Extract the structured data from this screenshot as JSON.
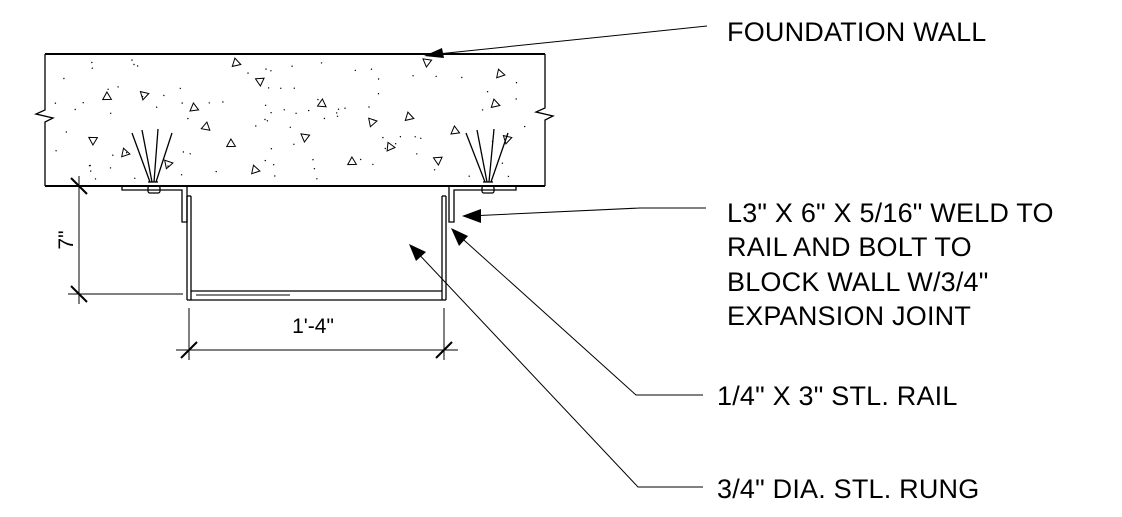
{
  "labels": {
    "foundation_wall": "FOUNDATION WALL",
    "angle_line1": "L3\" X 6\" X 5/16\" WELD TO",
    "angle_line2": "RAIL AND BOLT TO",
    "angle_line3": "BLOCK WALL W/3/4\"",
    "angle_line4": "EXPANSION JOINT",
    "rail": "1/4\" X 3\" STL. RAIL",
    "rung": "3/4\" DIA. STL. RUNG"
  },
  "dimensions": {
    "height": "7\"",
    "width": "1'-4\""
  }
}
